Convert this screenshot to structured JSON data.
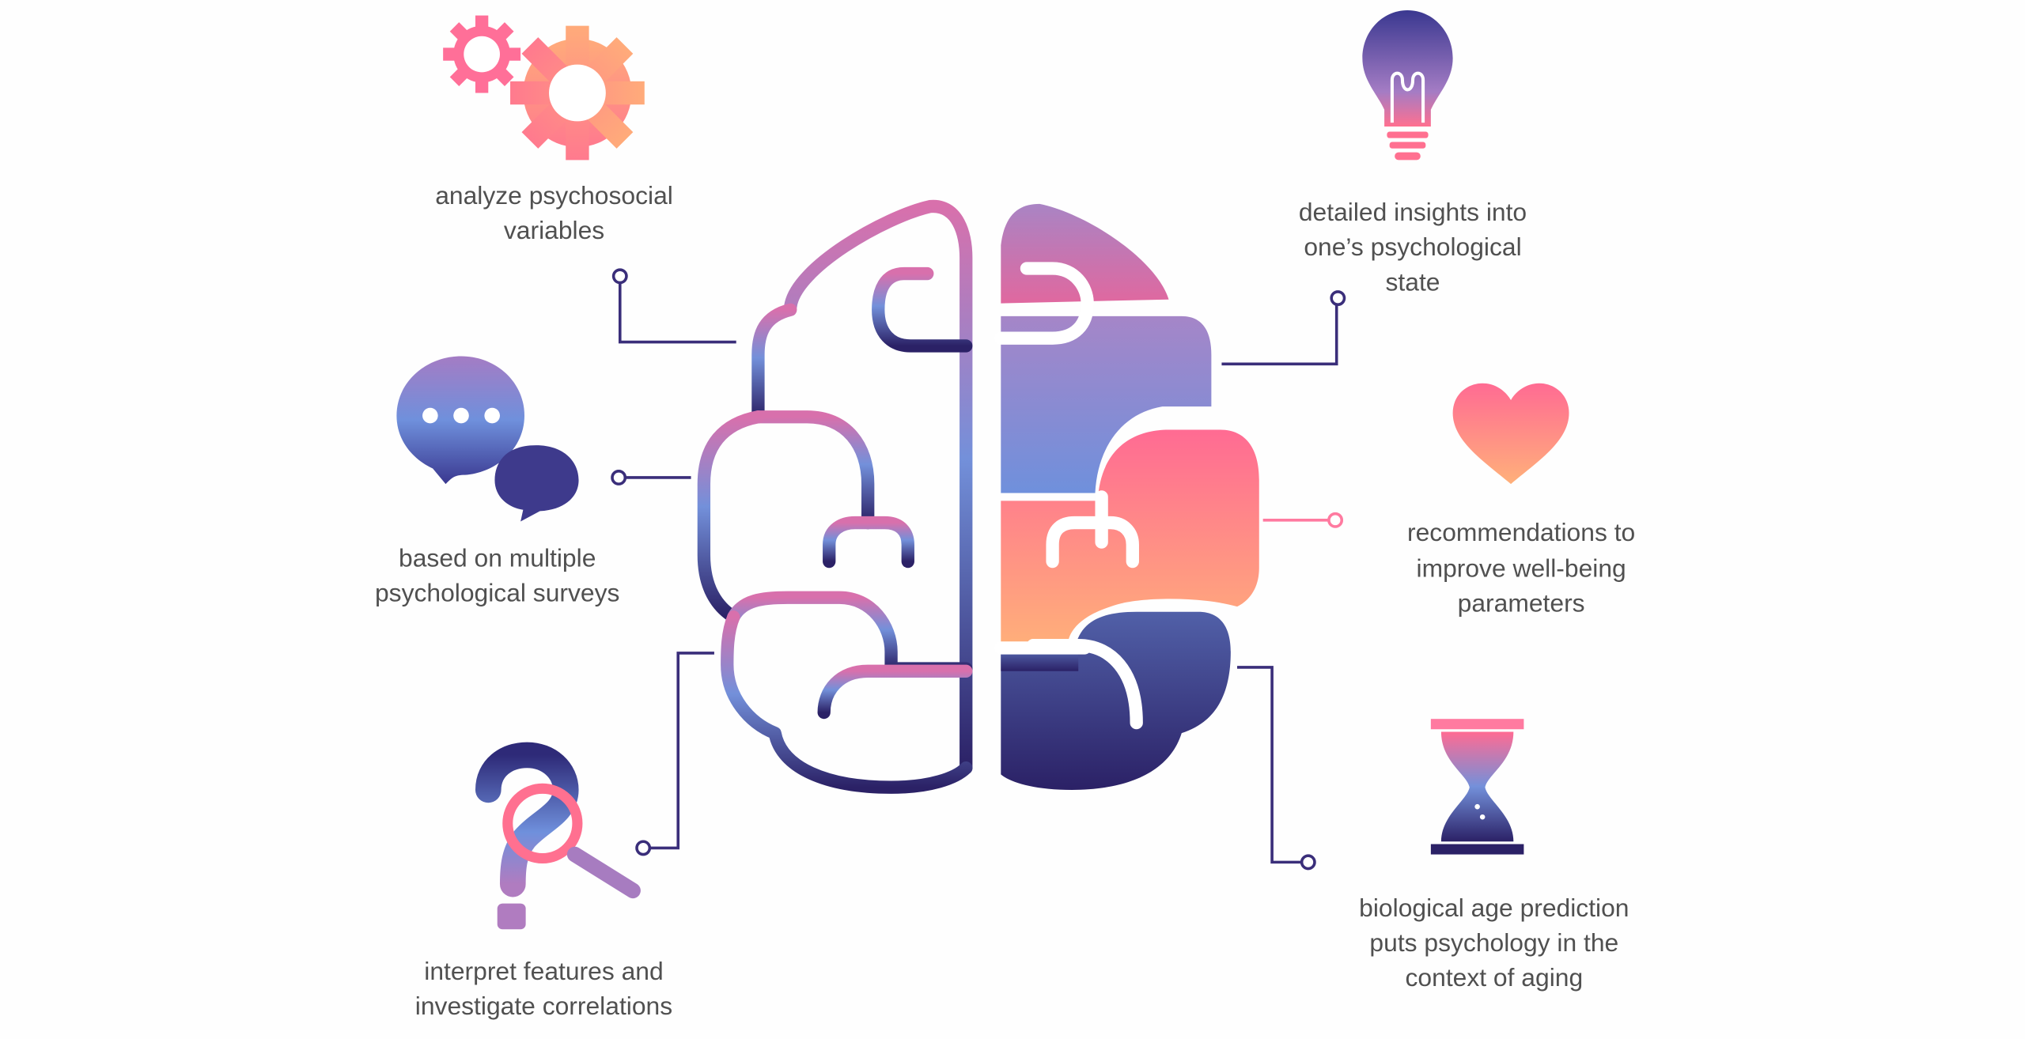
{
  "features": [
    {
      "id": "analyze",
      "icon": "gears-icon",
      "lines": [
        "analyze psychosocial",
        "variables"
      ]
    },
    {
      "id": "surveys",
      "icon": "chat-bubbles-icon",
      "lines": [
        "based on multiple",
        "psychological surveys"
      ]
    },
    {
      "id": "interpret",
      "icon": "question-magnifier-icon",
      "lines": [
        "interpret features and",
        "investigate correlations"
      ]
    },
    {
      "id": "insights",
      "icon": "lightbulb-icon",
      "lines": [
        "detailed insights into",
        "one’s psychological",
        "state"
      ]
    },
    {
      "id": "recommendations",
      "icon": "heart-icon",
      "lines": [
        "recommendations to",
        "improve well-being",
        "parameters"
      ]
    },
    {
      "id": "aging",
      "icon": "hourglass-icon",
      "lines": [
        "biological age prediction",
        "puts psychology in the",
        "context of aging"
      ]
    }
  ],
  "colors": {
    "navy": "#2b2166",
    "pink": "#ff6b93",
    "peach": "#ffab7a",
    "purple": "#a97fc0",
    "blue": "#6f90dc",
    "connector": "#3a2e7a",
    "text": "#505050"
  }
}
